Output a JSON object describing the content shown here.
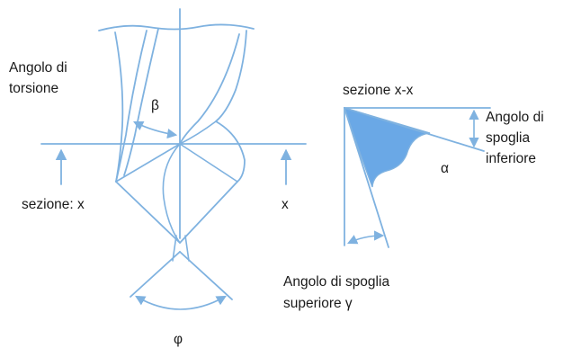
{
  "labels": {
    "helix_angle_line1": "Angolo di",
    "helix_angle_line2": "torsione",
    "beta": "β",
    "section_left": "sezione: x",
    "section_right": "x",
    "section_view": "sezione x-x",
    "relief_angle_line1": "Angolo di",
    "relief_angle_line2": "spoglia",
    "relief_angle_line3": "inferiore",
    "alpha": "α",
    "rake_angle_line1": "Angolo di spoglia",
    "rake_angle_line2": "superiore γ",
    "phi": "φ"
  },
  "colors": {
    "line": "#7fb2e0",
    "fill": "#6aa8e6",
    "text": "#1a1a1a"
  }
}
